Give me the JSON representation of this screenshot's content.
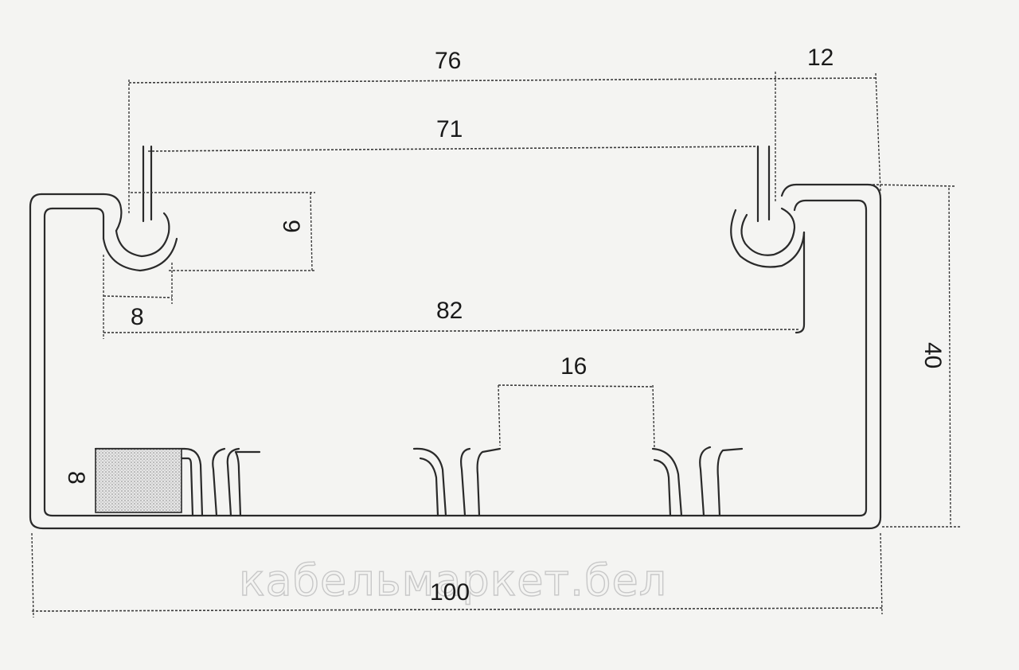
{
  "dimensions": {
    "top_span": "76",
    "right_lip": "12",
    "inner_span": "71",
    "clip_height": "9",
    "clip_width": "8",
    "opening": "82",
    "center_channel": "16",
    "height": "40",
    "side_pad": "8",
    "width": "100"
  },
  "watermark": "кабельмаркет.бел",
  "colors": {
    "paper": "#f4f4f2",
    "ink": "#2a2a2a",
    "watermark": "#c8c8c8"
  }
}
